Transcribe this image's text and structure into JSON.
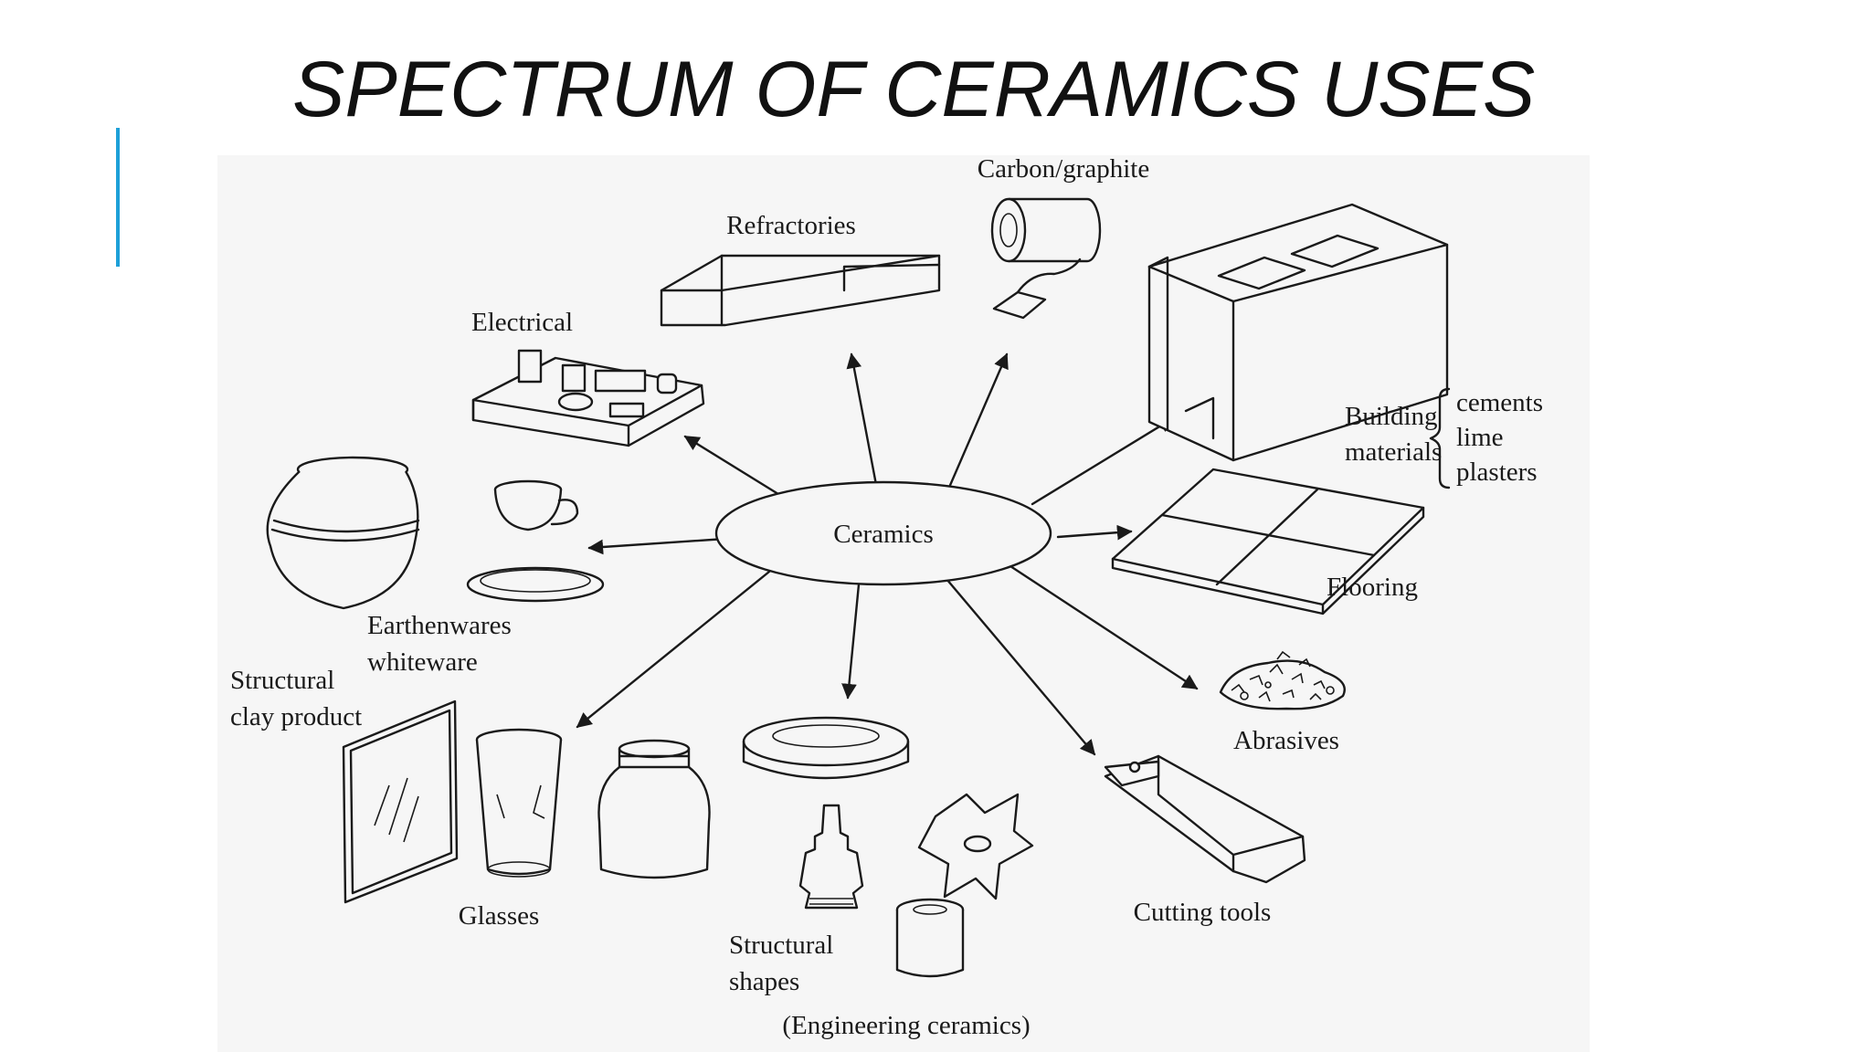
{
  "slide": {
    "title": "SPECTRUM OF CERAMICS USES"
  },
  "diagram": {
    "center": "Ceramics",
    "labels": {
      "carbon": "Carbon/graphite",
      "refractories": "Refractories",
      "electrical": "Electrical",
      "earthen_1": "Earthenwares",
      "earthen_2": "whiteware",
      "structural_clay_1": "Structural",
      "structural_clay_2": "clay product",
      "glasses": "Glasses",
      "structural_shapes_1": "Structural",
      "structural_shapes_2": "shapes",
      "engineering": "(Engineering ceramics)",
      "cutting": "Cutting tools",
      "abrasives": "Abrasives",
      "flooring": "Flooring",
      "building_1": "Building",
      "building_2": "materials",
      "cements": "cements",
      "lime": "lime",
      "plasters": "plasters"
    }
  },
  "colors": {
    "accent": "#1ea0d8",
    "ink": "#1a1a1a",
    "panel": "#f6f6f6"
  }
}
